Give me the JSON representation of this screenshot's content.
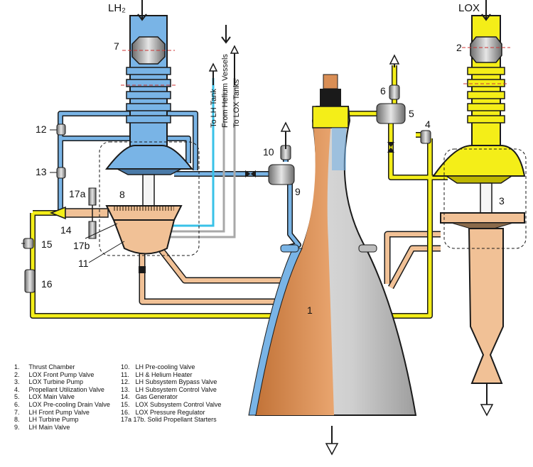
{
  "inputs": {
    "lh2": "LH₂",
    "lox": "LOX"
  },
  "pipe_labels": {
    "to_lh_tank": "To LH Tank",
    "from_helium_vessels": "From Helium Vessels",
    "to_lox_tanks": "To LOX Tanks"
  },
  "callouts": {
    "n1": "1",
    "n2": "2",
    "n3": "3",
    "n4": "4",
    "n5": "5",
    "n6": "6",
    "n7": "7",
    "n8": "8",
    "n9": "9",
    "n10": "10",
    "n11": "11",
    "n12": "12",
    "n13": "13",
    "n14": "14",
    "n15": "15",
    "n16": "16",
    "n17a": "17a",
    "n17b": "17b"
  },
  "legend": {
    "col1": [
      {
        "num": "1.",
        "text": "Thrust Chamber"
      },
      {
        "num": "2.",
        "text": "LOX Front Pump Valve"
      },
      {
        "num": "3.",
        "text": "LOX Turbine Pump"
      },
      {
        "num": "4.",
        "text": "Propellant Utilization Valve"
      },
      {
        "num": "5.",
        "text": "LOX Main Valve"
      },
      {
        "num": "6.",
        "text": "LOX Pre-cooling Drain Valve"
      },
      {
        "num": "7.",
        "text": "LH Front Pump Valve"
      },
      {
        "num": "8.",
        "text": "LH Turbine Pump"
      },
      {
        "num": "9.",
        "text": "LH Main Valve"
      }
    ],
    "col2": [
      {
        "num": "10.",
        "text": "LH Pre-cooling Valve"
      },
      {
        "num": "11.",
        "text": "LH & Helium Heater"
      },
      {
        "num": "12.",
        "text": "LH Subsystem Bypass Valve"
      },
      {
        "num": "13.",
        "text": "LH Subsystem Control Valve"
      },
      {
        "num": "14.",
        "text": "Gas Generator"
      },
      {
        "num": "15.",
        "text": "LOX Subsystem Control Valve"
      },
      {
        "num": "16.",
        "text": "LOX Pressure Regulator"
      },
      {
        "num": "17a 17b.",
        "text": "Solid Propellant Starters"
      }
    ]
  },
  "colors": {
    "lh_line": "#79b4e6",
    "lox_line": "#f4ee18",
    "hot_gas": "#f1c196",
    "helium_line": "#a8a8a8",
    "chamber_copper": "#d98e55",
    "chamber_grey": "#d8d8d8"
  }
}
